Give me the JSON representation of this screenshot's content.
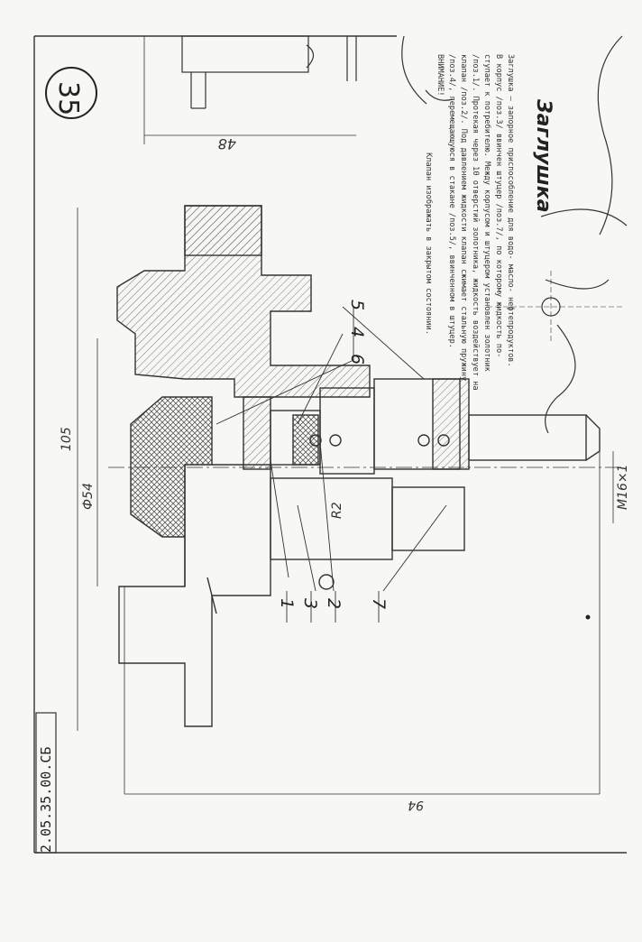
{
  "sheet": {
    "number": "35",
    "code": "2.05.35.00.СБ",
    "title": "Заглушка"
  },
  "dimensions": {
    "d48": "48",
    "d105": "105",
    "d54": "Ф54",
    "r2": "R2",
    "m16": "M16×1",
    "d94": "94"
  },
  "callouts": [
    "6",
    "4",
    "5",
    "1",
    "3",
    "2",
    "7"
  ],
  "note": {
    "lines": [
      "Заглушка – запорное приспособление для водо- масло- нефтепродуктов.",
      "В корпус /поз.3/ ввинчен штуцер /поз.7/, по которому жидкость по-",
      "ступает к потребителю. Между корпусом и штуцером установлен золотник",
      "/поз.1/. Протекая через 10 отверстий золотника, жидкость воздействует на",
      "клапан /поз.2/. Под давлением жидкости клапан сжимает стальную пружину",
      "/поз.4/, перемещающуюся в стакане /поз.5/, ввинченном в штуцер."
    ],
    "warning_label": "ВНИМАНИЕ!",
    "warning_text": "Клапан изображать в закрытом состоянии."
  }
}
